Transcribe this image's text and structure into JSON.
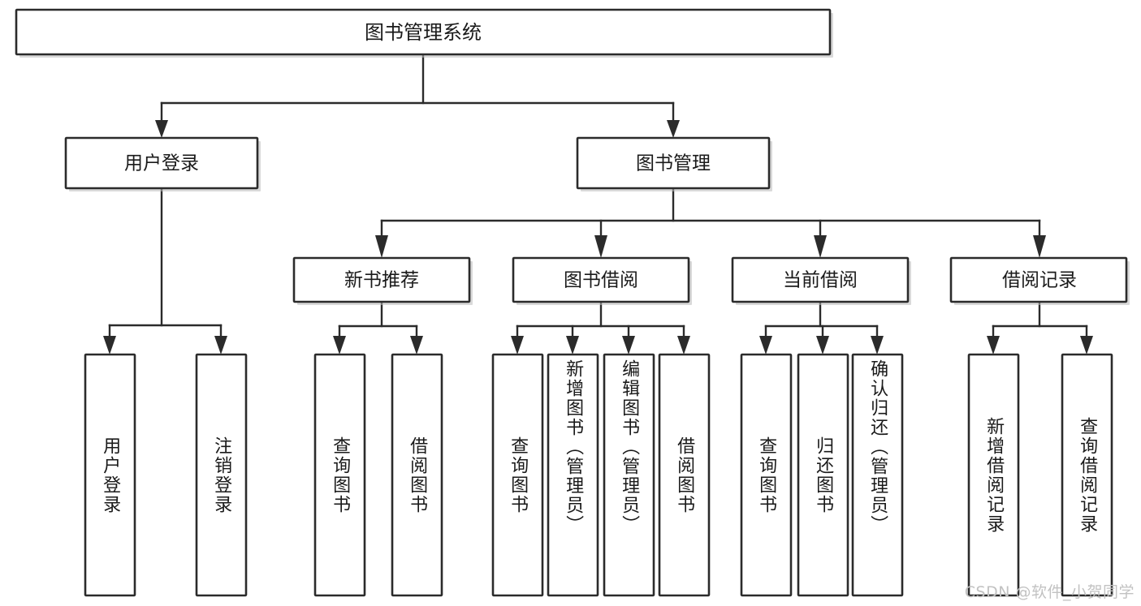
{
  "diagram": {
    "type": "tree",
    "title": "图书管理系统",
    "watermark": "CSDN @软件_小贺同学",
    "colors": {
      "box_fill": "#ffffff",
      "box_stroke": "#2b2b2b",
      "connector": "#2b2b2b",
      "text": "#1a1a1a",
      "watermark": "#c2c2c2",
      "background": "#ffffff"
    },
    "root": {
      "label": "图书管理系统"
    },
    "level2": [
      {
        "label": "用户登录"
      },
      {
        "label": "图书管理"
      }
    ],
    "level3": [
      {
        "label": "新书推荐"
      },
      {
        "label": "图书借阅"
      },
      {
        "label": "当前借阅"
      },
      {
        "label": "借阅记录"
      }
    ],
    "leaves": {
      "user_login": [
        {
          "label": "用户登录"
        },
        {
          "label": "注销登录"
        }
      ],
      "new_book": [
        {
          "label": "查询图书"
        },
        {
          "label": "借阅图书"
        }
      ],
      "book_borrow": [
        {
          "label": "查询图书"
        },
        {
          "label": "新增图书（管理员）"
        },
        {
          "label": "编辑图书（管理员）"
        },
        {
          "label": "借阅图书"
        }
      ],
      "current_borrow": [
        {
          "label": "查询图书"
        },
        {
          "label": "归还图书"
        },
        {
          "label": "确认归还（管理员）"
        }
      ],
      "borrow_record": [
        {
          "label": "新增借阅记录"
        },
        {
          "label": "查询借阅记录"
        }
      ]
    }
  }
}
